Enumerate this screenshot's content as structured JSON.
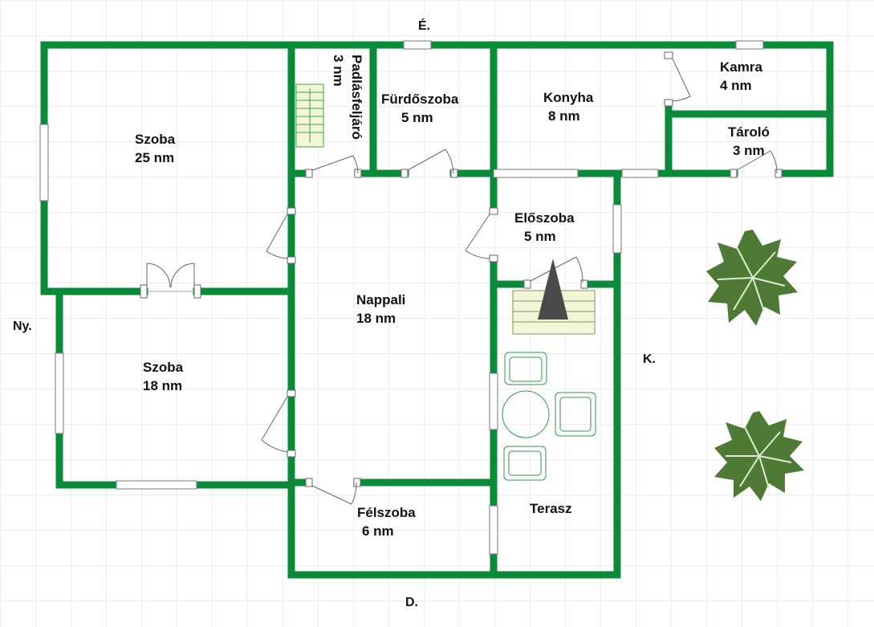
{
  "compass": {
    "north": "É.",
    "south": "D.",
    "west": "Ny.",
    "east": "K."
  },
  "rooms": {
    "szoba_big": {
      "name": "Szoba",
      "area": "25 nm"
    },
    "szoba_small": {
      "name": "Szoba",
      "area": "18 nm"
    },
    "padlas": {
      "name": "Padlásfeljáró",
      "area": "3 nm"
    },
    "furdo": {
      "name": "Fürdőszoba",
      "area": "5 nm"
    },
    "konyha": {
      "name": "Konyha",
      "area": "8 nm"
    },
    "kamra": {
      "name": "Kamra",
      "area": "4 nm"
    },
    "tarolo": {
      "name": "Tároló",
      "area": "3 nm"
    },
    "eloszoba": {
      "name": "Előszoba",
      "area": "5 nm"
    },
    "nappali": {
      "name": "Nappali",
      "area": "18 nm"
    },
    "felszoba": {
      "name": "Félszoba",
      "area": "6 nm"
    },
    "terasz": {
      "name": "Terasz"
    }
  },
  "colors": {
    "wall": "#0b8a3a",
    "grid": "#dedede",
    "stair_fill": "#f3f7d8",
    "tree": "#4f7a35",
    "chimney": "#4a4a4a"
  }
}
